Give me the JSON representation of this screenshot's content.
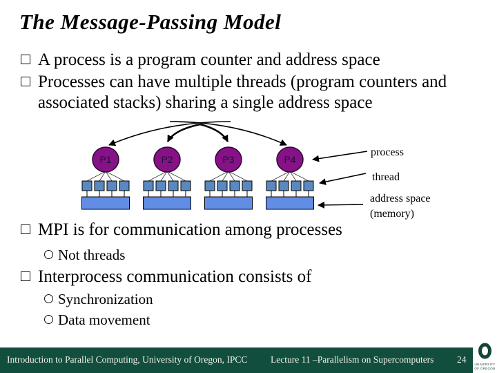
{
  "slide": {
    "title": "The Message-Passing Model",
    "bullets": [
      {
        "text": "A process is a program counter and address space"
      },
      {
        "text": "Processes can have multiple threads (program counters and associated stacks) sharing a single address space"
      },
      {
        "text": "MPI is for communication among processes"
      },
      {
        "text": "Interprocess communication consists of"
      }
    ],
    "sub_bullets": [
      {
        "text": "Not threads"
      },
      {
        "text": "Synchronization"
      },
      {
        "text": "Data movement"
      }
    ]
  },
  "diagram": {
    "processes": [
      {
        "label": "P1"
      },
      {
        "label": "P2"
      },
      {
        "label": "P3"
      },
      {
        "label": "P4"
      }
    ],
    "threads_per_process": 4,
    "labels": {
      "process": "process",
      "thread": "thread",
      "address_space": "address space",
      "memory": "(memory)"
    },
    "colors": {
      "process_fill": "#871287",
      "thread_fill": "#5a88c0",
      "memory_fill": "#618ee4"
    }
  },
  "footer": {
    "left": "Introduction to Parallel Computing, University of Oregon, IPCC",
    "right": "Lecture 11 –Parallelism on Supercomputers",
    "page_number": "24",
    "bar_color": "#124e3e",
    "logo": {
      "line1": "UNIVERSITY",
      "line2": "OF OREGON",
      "green": "#154733"
    }
  }
}
